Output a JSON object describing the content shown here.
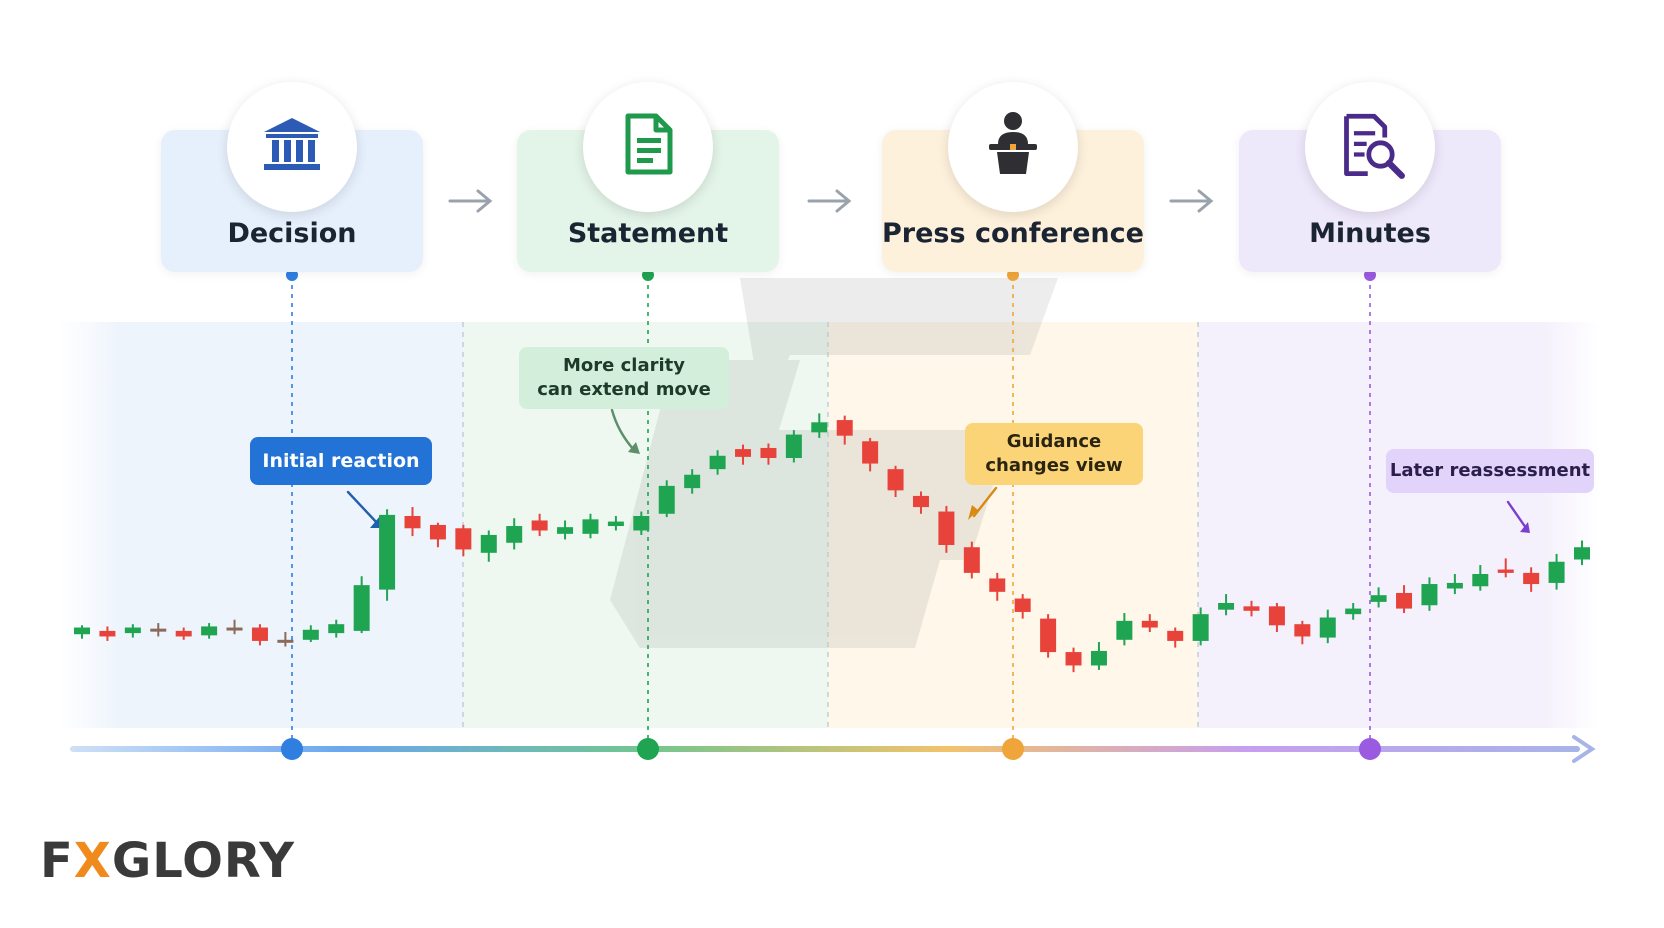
{
  "stages": [
    {
      "label": "Decision",
      "icon": "bank-icon",
      "color": "#2f7ee0",
      "bg": "#e6f0fc"
    },
    {
      "label": "Statement",
      "icon": "document-icon",
      "color": "#1fa452",
      "bg": "#e3f4e8"
    },
    {
      "label": "Press conference",
      "icon": "speaker-podium-icon",
      "color": "#f0a53a",
      "bg": "#fdf1dc"
    },
    {
      "label": "Minutes",
      "icon": "document-search-icon",
      "color": "#9a5be0",
      "bg": "#eee8fb"
    }
  ],
  "callouts": {
    "initial": "Initial reaction",
    "clarity_1": "More clarity",
    "clarity_2": "can extend move",
    "guidance_1": "Guidance",
    "guidance_2": "changes view",
    "later": "Later reassessment"
  },
  "logo": {
    "left": "F",
    "x": "X",
    "right": "GLORY"
  },
  "colors": {
    "up": "#1fa452",
    "down": "#e8433b",
    "neutral": "#8a6a5a"
  },
  "chart_data": {
    "type": "candlestick",
    "candles": [
      [
        5.0,
        5.6,
        4.6,
        5.8
      ],
      [
        5.3,
        4.8,
        4.4,
        5.7
      ],
      [
        5.1,
        5.6,
        4.7,
        5.9
      ],
      [
        5.4,
        5.5,
        4.8,
        6.0
      ],
      [
        5.3,
        4.8,
        4.5,
        5.6
      ],
      [
        4.9,
        5.7,
        4.6,
        6.0
      ],
      [
        5.6,
        5.5,
        5.0,
        6.3
      ],
      [
        5.6,
        4.4,
        4.0,
        5.9
      ],
      [
        4.5,
        4.4,
        3.9,
        5.2
      ],
      [
        4.5,
        5.4,
        4.3,
        5.8
      ],
      [
        5.1,
        5.9,
        4.7,
        6.3
      ],
      [
        5.3,
        9.4,
        5.1,
        10.2
      ],
      [
        9.0,
        15.7,
        8.0,
        16.2
      ],
      [
        15.6,
        14.5,
        13.8,
        16.4
      ],
      [
        14.8,
        13.5,
        12.8,
        15.0
      ],
      [
        14.5,
        12.6,
        12.0,
        14.8
      ],
      [
        12.3,
        13.9,
        11.5,
        14.3
      ],
      [
        13.2,
        14.7,
        12.6,
        15.4
      ],
      [
        15.2,
        14.3,
        13.8,
        15.8
      ],
      [
        14.0,
        14.6,
        13.5,
        15.2
      ],
      [
        14.0,
        15.3,
        13.6,
        15.8
      ],
      [
        14.7,
        15.1,
        14.3,
        15.6
      ],
      [
        14.3,
        15.6,
        13.9,
        16.0
      ],
      [
        15.8,
        18.3,
        15.5,
        18.8
      ],
      [
        18.1,
        19.3,
        17.6,
        19.8
      ],
      [
        19.8,
        21.0,
        19.3,
        21.5
      ],
      [
        21.6,
        20.9,
        20.2,
        22.0
      ],
      [
        21.7,
        20.8,
        20.2,
        22.1
      ],
      [
        20.8,
        22.9,
        20.4,
        23.3
      ],
      [
        23.1,
        24.0,
        22.6,
        24.8
      ],
      [
        24.2,
        22.8,
        22.0,
        24.6
      ],
      [
        22.3,
        20.3,
        19.6,
        22.6
      ],
      [
        19.8,
        17.9,
        17.3,
        20.1
      ],
      [
        17.4,
        16.4,
        15.8,
        17.8
      ],
      [
        16.0,
        13.0,
        12.3,
        16.5
      ],
      [
        12.8,
        10.5,
        10.0,
        13.3
      ],
      [
        10.0,
        8.8,
        8.0,
        10.5
      ],
      [
        8.2,
        7.0,
        6.4,
        8.6
      ],
      [
        6.4,
        3.4,
        2.9,
        6.8
      ],
      [
        3.4,
        2.2,
        1.6,
        3.8
      ],
      [
        2.2,
        3.5,
        1.8,
        4.3
      ],
      [
        4.5,
        6.2,
        4.0,
        6.9
      ],
      [
        6.2,
        5.6,
        5.2,
        6.8
      ],
      [
        5.3,
        4.4,
        3.8,
        5.6
      ],
      [
        4.4,
        6.8,
        4.0,
        7.4
      ],
      [
        7.2,
        7.8,
        6.7,
        8.6
      ],
      [
        7.5,
        7.1,
        6.6,
        8.0
      ],
      [
        7.5,
        5.8,
        5.2,
        7.8
      ],
      [
        5.9,
        4.8,
        4.1,
        6.2
      ],
      [
        4.7,
        6.5,
        4.2,
        7.2
      ],
      [
        6.8,
        7.3,
        6.3,
        7.8
      ],
      [
        7.9,
        8.5,
        7.4,
        9.2
      ],
      [
        8.7,
        7.3,
        6.9,
        9.4
      ],
      [
        7.6,
        9.5,
        7.1,
        10.1
      ],
      [
        9.1,
        9.6,
        8.6,
        10.4
      ],
      [
        9.3,
        10.4,
        8.9,
        11.2
      ],
      [
        10.8,
        10.5,
        10.1,
        11.8
      ],
      [
        10.5,
        9.5,
        8.8,
        11.0
      ],
      [
        9.6,
        11.5,
        9.0,
        12.2
      ],
      [
        11.7,
        12.8,
        11.2,
        13.4
      ]
    ],
    "price_range": [
      0,
      26
    ]
  }
}
